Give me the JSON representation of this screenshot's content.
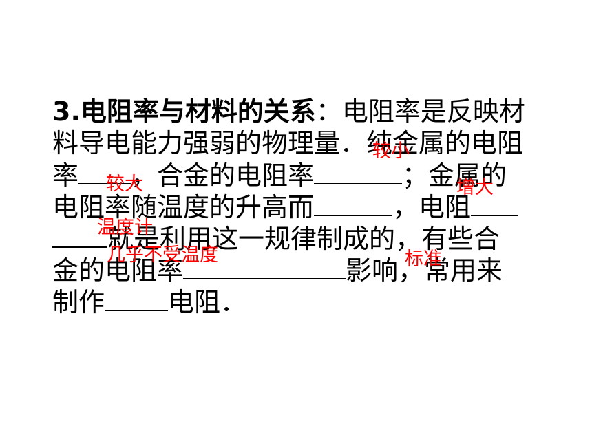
{
  "question": {
    "number": "3.",
    "heading": "电阻率与材料的关系",
    "colon": "：",
    "line1_text": "电阻率是反映材",
    "line2": "料导电能力强弱的物理量．纯金属的电阻",
    "line3_a": "率",
    "line3_b": "，合金的电阻率",
    "line3_c": "；金属的",
    "line4_a": "电阻率随温度的升高而",
    "line4_b": "，电阻",
    "line5": "就是利用这一规律制成的，有些合",
    "line6_a": "金的电阻率",
    "line6_b": "影响，常用来",
    "line7_a": "制作",
    "line7_b": "电阻．"
  },
  "answers": {
    "a1": "较小",
    "a2": "较大",
    "a3": "增大",
    "a4": "温度计",
    "a5": "几乎不受温度",
    "a6": "标准"
  },
  "colors": {
    "text": "#000000",
    "answer": "#ff0000",
    "background": "#ffffff"
  }
}
